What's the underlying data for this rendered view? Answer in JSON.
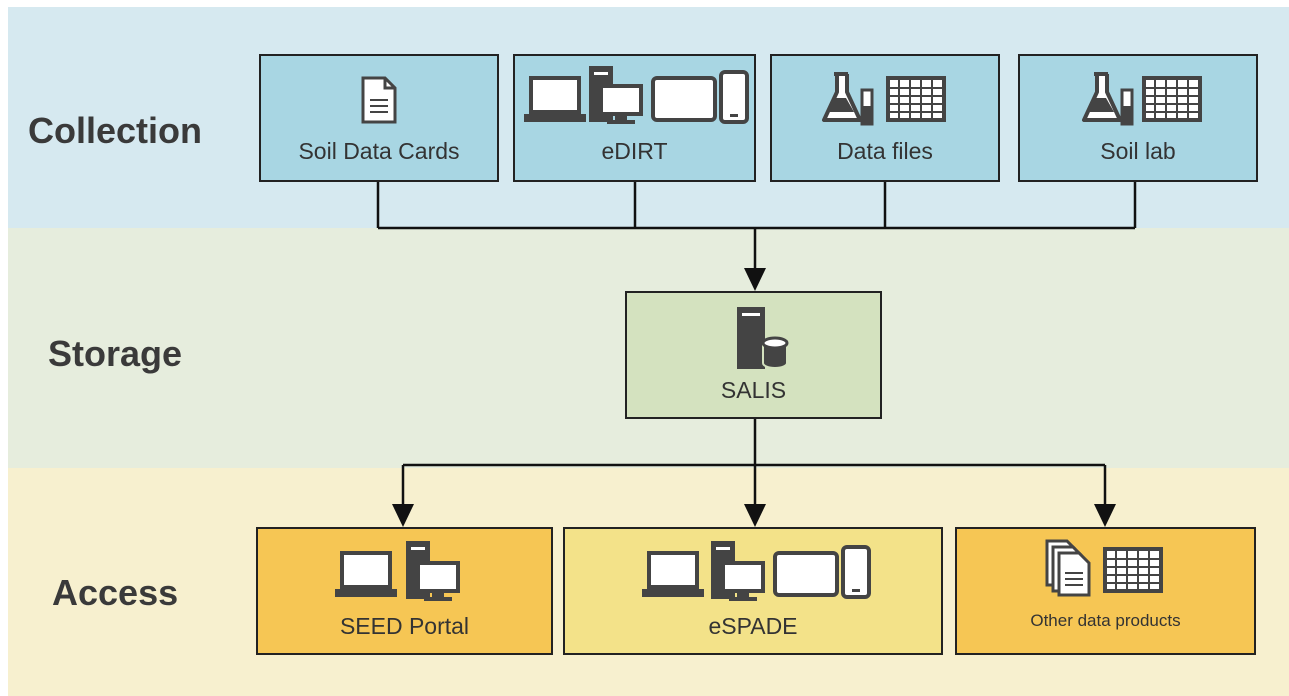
{
  "rows": {
    "collection": "Collection",
    "storage": "Storage",
    "access": "Access"
  },
  "collection_nodes": [
    {
      "label": "Soil Data Cards",
      "icons": [
        "document-icon"
      ]
    },
    {
      "label": "eDIRT",
      "icons": [
        "laptop-icon",
        "desktop-computer-icon",
        "tablet-icon",
        "phone-icon"
      ]
    },
    {
      "label": "Data files",
      "icons": [
        "lab-flask-icon",
        "spreadsheet-icon"
      ]
    },
    {
      "label": "Soil lab",
      "icons": [
        "lab-flask-icon",
        "spreadsheet-icon"
      ]
    }
  ],
  "storage_node": {
    "label": "SALIS",
    "icons": [
      "server-database-icon"
    ]
  },
  "access_nodes": [
    {
      "label": "SEED Portal",
      "icons": [
        "laptop-icon",
        "desktop-computer-icon"
      ]
    },
    {
      "label": "eSPADE",
      "icons": [
        "laptop-icon",
        "desktop-computer-icon",
        "tablet-icon",
        "phone-icon"
      ]
    },
    {
      "label": "Other data products",
      "icons": [
        "documents-icon",
        "spreadsheet-icon"
      ]
    }
  ],
  "colors": {
    "collection_band": "#d6e9f0",
    "storage_band": "#e6eddd",
    "access_band": "#f7f0cf",
    "collection_box": "#a8d6e3",
    "storage_box": "#d4e2bf",
    "access_box_orange": "#f6c654",
    "access_box_yellow": "#f3e289"
  }
}
